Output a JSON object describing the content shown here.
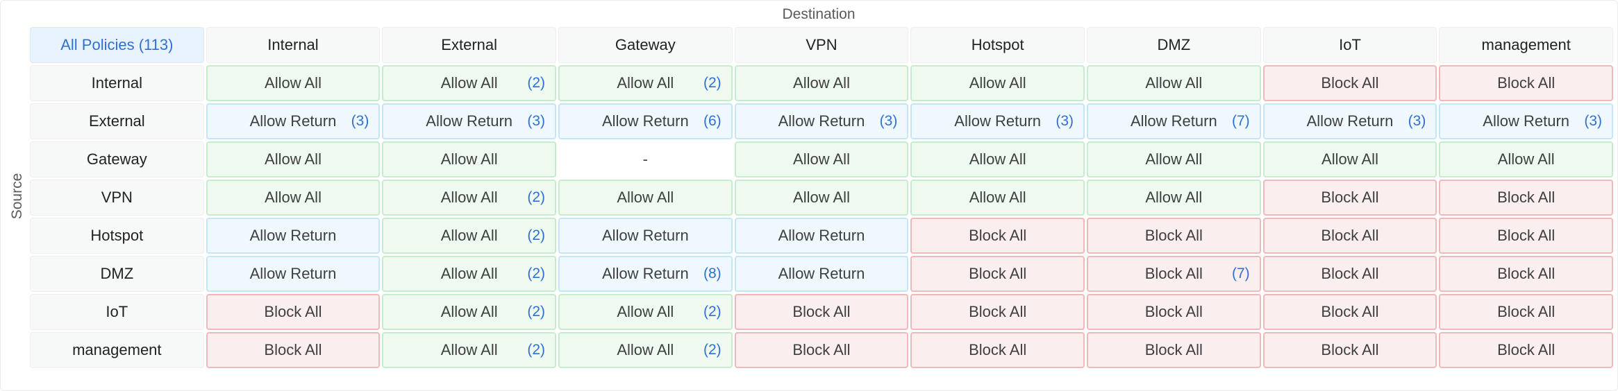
{
  "labels": {
    "destination": "Destination",
    "source": "Source",
    "all_policies": "All Policies (113)"
  },
  "zones": [
    "Internal",
    "External",
    "Gateway",
    "VPN",
    "Hotspot",
    "DMZ",
    "IoT",
    "management"
  ],
  "matrix": [
    [
      {
        "a": "Allow All",
        "c": ""
      },
      {
        "a": "Allow All",
        "c": "(2)"
      },
      {
        "a": "Allow All",
        "c": "(2)"
      },
      {
        "a": "Allow All",
        "c": ""
      },
      {
        "a": "Allow All",
        "c": ""
      },
      {
        "a": "Allow All",
        "c": ""
      },
      {
        "a": "Block All",
        "c": ""
      },
      {
        "a": "Block All",
        "c": ""
      }
    ],
    [
      {
        "a": "Allow Return",
        "c": "(3)"
      },
      {
        "a": "Allow Return",
        "c": "(3)"
      },
      {
        "a": "Allow Return",
        "c": "(6)"
      },
      {
        "a": "Allow Return",
        "c": "(3)"
      },
      {
        "a": "Allow Return",
        "c": "(3)"
      },
      {
        "a": "Allow Return",
        "c": "(7)"
      },
      {
        "a": "Allow Return",
        "c": "(3)"
      },
      {
        "a": "Allow Return",
        "c": "(3)"
      }
    ],
    [
      {
        "a": "Allow All",
        "c": ""
      },
      {
        "a": "Allow All",
        "c": ""
      },
      {
        "a": "-",
        "c": ""
      },
      {
        "a": "Allow All",
        "c": ""
      },
      {
        "a": "Allow All",
        "c": ""
      },
      {
        "a": "Allow All",
        "c": ""
      },
      {
        "a": "Allow All",
        "c": ""
      },
      {
        "a": "Allow All",
        "c": ""
      }
    ],
    [
      {
        "a": "Allow All",
        "c": ""
      },
      {
        "a": "Allow All",
        "c": "(2)"
      },
      {
        "a": "Allow All",
        "c": ""
      },
      {
        "a": "Allow All",
        "c": ""
      },
      {
        "a": "Allow All",
        "c": ""
      },
      {
        "a": "Allow All",
        "c": ""
      },
      {
        "a": "Block All",
        "c": ""
      },
      {
        "a": "Block All",
        "c": ""
      }
    ],
    [
      {
        "a": "Allow Return",
        "c": ""
      },
      {
        "a": "Allow All",
        "c": "(2)"
      },
      {
        "a": "Allow Return",
        "c": ""
      },
      {
        "a": "Allow Return",
        "c": ""
      },
      {
        "a": "Block All",
        "c": ""
      },
      {
        "a": "Block All",
        "c": ""
      },
      {
        "a": "Block All",
        "c": ""
      },
      {
        "a": "Block All",
        "c": ""
      }
    ],
    [
      {
        "a": "Allow Return",
        "c": ""
      },
      {
        "a": "Allow All",
        "c": "(2)"
      },
      {
        "a": "Allow Return",
        "c": "(8)"
      },
      {
        "a": "Allow Return",
        "c": ""
      },
      {
        "a": "Block All",
        "c": ""
      },
      {
        "a": "Block All",
        "c": "(7)"
      },
      {
        "a": "Block All",
        "c": ""
      },
      {
        "a": "Block All",
        "c": ""
      }
    ],
    [
      {
        "a": "Block All",
        "c": ""
      },
      {
        "a": "Allow All",
        "c": "(2)"
      },
      {
        "a": "Allow All",
        "c": "(2)"
      },
      {
        "a": "Block All",
        "c": ""
      },
      {
        "a": "Block All",
        "c": ""
      },
      {
        "a": "Block All",
        "c": ""
      },
      {
        "a": "Block All",
        "c": ""
      },
      {
        "a": "Block All",
        "c": ""
      }
    ],
    [
      {
        "a": "Block All",
        "c": ""
      },
      {
        "a": "Allow All",
        "c": "(2)"
      },
      {
        "a": "Allow All",
        "c": "(2)"
      },
      {
        "a": "Block All",
        "c": ""
      },
      {
        "a": "Block All",
        "c": ""
      },
      {
        "a": "Block All",
        "c": ""
      },
      {
        "a": "Block All",
        "c": ""
      },
      {
        "a": "Block All",
        "c": ""
      }
    ]
  ],
  "colors": {
    "allow_bg": "#eefaf0",
    "allow_border": "#c7ebcd",
    "return_bg": "#eef8fd",
    "return_border": "#c4e6f6",
    "block_bg": "#fbeeee",
    "block_border": "#f0b9b9",
    "accent": "#2f6fd6"
  }
}
